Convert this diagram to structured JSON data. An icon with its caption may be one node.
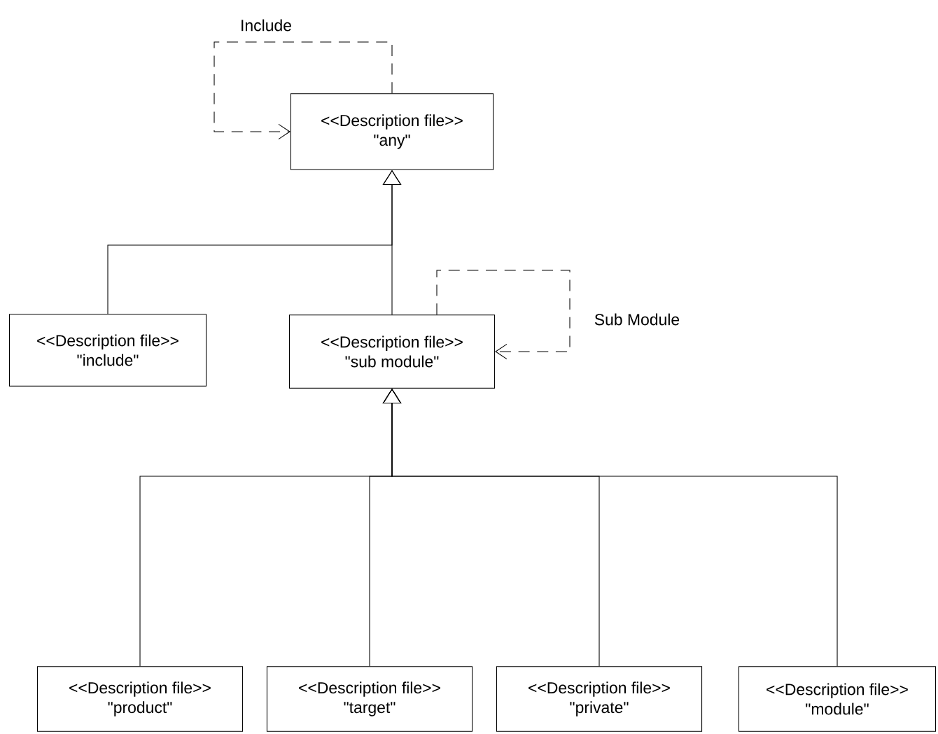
{
  "diagram": {
    "nodes": [
      {
        "text": [
          "<<Description file>>",
          "\"any\""
        ]
      },
      {
        "text": [
          "<<Description file>>",
          "\"include\""
        ]
      },
      {
        "text": [
          "<<Description file>>",
          "\"sub module\""
        ]
      },
      {
        "text": [
          "<<Description file>>",
          "\"product\""
        ]
      },
      {
        "text": [
          "<<Description file>>",
          "\"target\""
        ]
      },
      {
        "text": [
          "<<Description file>>",
          "\"private\""
        ]
      },
      {
        "text": [
          "<<Description file>>",
          "\"module\""
        ]
      }
    ],
    "edges": [
      {
        "from": 0,
        "to": 0,
        "arrow": "to",
        "style": "dashed",
        "label": "Include"
      },
      {
        "from": 1,
        "to": 0,
        "arrow": "to"
      },
      {
        "from": 2,
        "to": 0,
        "arrow": "to"
      },
      {
        "from": 2,
        "to": 2,
        "arrow": "to",
        "style": "dashed",
        "label": "Sub Module"
      },
      {
        "from": 3,
        "to": 2,
        "arrow": "to"
      },
      {
        "from": 4,
        "to": 2,
        "arrow": "to"
      },
      {
        "from": 5,
        "to": 2,
        "arrow": "to"
      },
      {
        "from": 6,
        "to": 2,
        "arrow": "to"
      }
    ]
  }
}
